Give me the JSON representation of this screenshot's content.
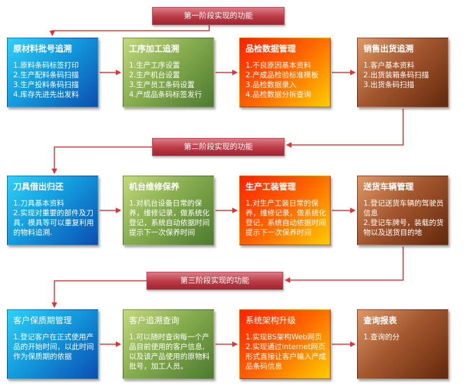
{
  "phases": [
    {
      "label": "第一阶段实现的功能"
    },
    {
      "label": "第二阶段实现的功能"
    },
    {
      "label": "第三阶段实现的功能"
    }
  ],
  "rows": [
    {
      "boxes": [
        {
          "title": "原材料批号追溯",
          "color": "blue",
          "items": [
            "1.原料条码标签打印",
            "2.生产配料条码扫描",
            "3.生产投料条码扫描",
            "4.库存先进先出发料"
          ]
        },
        {
          "title": "工序加工追溯",
          "color": "green",
          "items": [
            "1.生产工序设置",
            "2.生产机台设置",
            "3.生产员工条码设置",
            "4.产成品条码标签发行"
          ]
        },
        {
          "title": "品检数据管理",
          "color": "red",
          "items": [
            "1.不良原因基本资料",
            "2.产成品检验标准模板",
            "3.品检数据录入",
            "4.品检数据分拆查询"
          ]
        },
        {
          "title": "销售出货追溯",
          "color": "brown",
          "items": [
            "1.客户基本资料",
            "2.出货装箱条码扫描",
            "3.出货条码扫描"
          ]
        }
      ]
    },
    {
      "boxes": [
        {
          "title": "刀具借出归还",
          "color": "blue",
          "items": [
            "1.刀具基本资料",
            "2.实现对重要的部件及刀具，模具等可以重复利用的物料追溯."
          ]
        },
        {
          "title": "机台维修保养",
          "color": "green",
          "items": [
            "1.对机台设备日常的保养，维修记录，做系统化登记，系统自动依据时间提示下一次保养时间"
          ]
        },
        {
          "title": "生产工装管理",
          "color": "red",
          "items": [
            "1.对生产工装日常的保养，维修记录，做系统化登记，系统自动依据时间提示下一次保养时间"
          ]
        },
        {
          "title": "送货车辆管理",
          "color": "brown",
          "items": [
            "1.登记送货车辆的驾驶员信息",
            "2.登记车牌号，装载的货物以及送货目的地"
          ]
        }
      ]
    },
    {
      "boxes": [
        {
          "title": "客户保质期管理",
          "color": "blue",
          "items": [
            "1.登记客户在正式使用产品的开始时间，以此时间作为保质期的依据"
          ]
        },
        {
          "title": "客户追溯查询",
          "color": "green",
          "items": [
            "1.可以随时查询每一个产品目前使用的客户信息,以及该产品使用的原物料批号，加工人员。"
          ]
        },
        {
          "title": "系统架构升级",
          "color": "red",
          "items": [
            "1.实现BS架构Web网页",
            "2.实现通过internet网页形式直接让客户输入产成品条码信息"
          ]
        },
        {
          "title": "查询报表",
          "color": "brown",
          "items": [
            "1.查询的分"
          ]
        }
      ]
    }
  ],
  "colors": {
    "arrow": "#e03535",
    "phase_fill": "#bb3a45"
  }
}
